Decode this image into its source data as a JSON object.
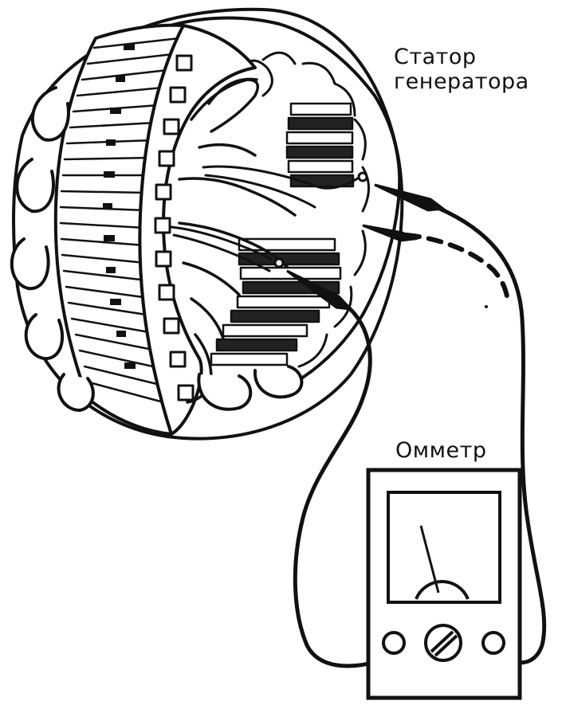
{
  "labels": {
    "stator_line1": "Статор",
    "stator_line2": "генератора",
    "ohmmeter": "Омметр"
  },
  "colors": {
    "ink": "#111111",
    "paper": "#ffffff"
  },
  "icons": {
    "stator": "alternator-stator-icon",
    "meter": "analog-ohmmeter-icon"
  }
}
